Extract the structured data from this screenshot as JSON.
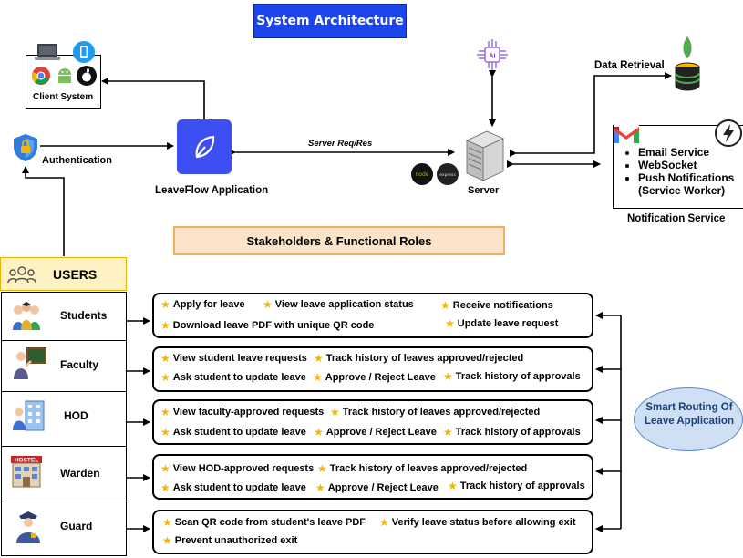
{
  "title": "System Architecture",
  "client_system": {
    "label": "Client System"
  },
  "authentication": {
    "label": "Authentication"
  },
  "app": {
    "label": "LeaveFlow Application"
  },
  "connection": {
    "label": "Server Req/Res"
  },
  "server": {
    "label": "Server"
  },
  "data": {
    "label": "Data Retrieval"
  },
  "notification": {
    "items": [
      "Email Service",
      "WebSocket",
      "Push Notifications",
      "(Service Worker)"
    ],
    "label": "Notification Service"
  },
  "stakeholders_title": "Stakeholders & Functional Roles",
  "users_label": "USERS",
  "roles": [
    {
      "name": "Students",
      "items": [
        "Apply for leave",
        "View leave application status",
        "Receive notifications",
        "Download leave PDF with unique QR code",
        "Update leave request"
      ]
    },
    {
      "name": "Faculty",
      "items": [
        "View student leave requests",
        "Track history of leaves approved/rejected",
        "Ask student to update leave",
        "Approve / Reject Leave",
        "Track history of approvals"
      ]
    },
    {
      "name": "HOD",
      "items": [
        "View faculty-approved requests",
        "Track history of leaves approved/rejected",
        "Ask student to update leave",
        "Approve / Reject Leave",
        "Track history of approvals"
      ]
    },
    {
      "name": "Warden",
      "items": [
        "View HOD-approved requests",
        "Track history of leaves approved/rejected",
        "Ask student to update leave",
        "Approve / Reject Leave",
        "Track history of approvals"
      ]
    },
    {
      "name": "Guard",
      "items": [
        "Scan QR code from student's leave PDF",
        "Verify leave status before allowing exit",
        "Prevent unauthorized exit"
      ]
    }
  ],
  "routing": {
    "line1": "Smart Routing Of",
    "line2": "Leave Application"
  },
  "icons": {
    "laptop": "laptop-icon",
    "phone": "phone-icon",
    "chrome": "chrome-icon",
    "android": "android-icon",
    "apple": "apple-icon",
    "shield": "shield-icon",
    "leaf": "leaf-icon",
    "ai": "ai-chip-icon",
    "database": "database-icon",
    "gmail": "gmail-icon",
    "bolt": "lightning-icon",
    "server": "server-icon",
    "node": "node-icon",
    "express": "express-icon",
    "users": "users-group-icon",
    "star": "star-icon"
  },
  "colors": {
    "title_bg": "#1c45ea",
    "app_bg": "#3d4ff2",
    "users_bg": "#fff2c2",
    "stake_bg": "#fde3c8",
    "routing_bg": "#cfe0f5",
    "star": "#f4b400"
  }
}
